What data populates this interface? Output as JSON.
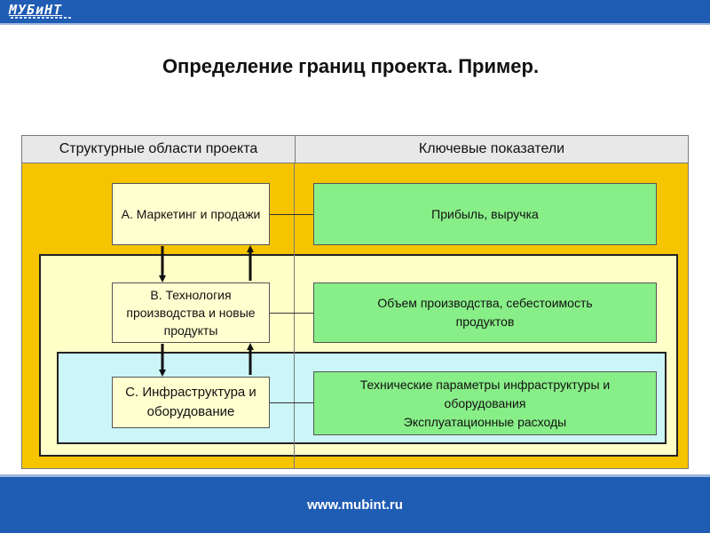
{
  "header": {
    "logo_text": "МУБиНТ"
  },
  "title": "Определение границ проекта. Пример.",
  "table": {
    "col_left": "Структурные области проекта",
    "col_right": "Ключевые показатели"
  },
  "areas": [
    {
      "id": "a",
      "label": "А. Маркетинг и продажи"
    },
    {
      "id": "b",
      "label": "В. Технология производства и новые продукты"
    },
    {
      "id": "c",
      "label": "С. Инфраструктура и оборудование"
    }
  ],
  "kpis": [
    {
      "id": "a",
      "lines": [
        "Прибыль, выручка"
      ]
    },
    {
      "id": "b",
      "lines": [
        "Объем производства, себестоимость",
        "продуктов"
      ]
    },
    {
      "id": "c",
      "lines": [
        "Технические параметры инфраструктуры и",
        "оборудования",
        "Эксплуатационные расходы"
      ]
    }
  ],
  "colors": {
    "brand_blue": "#1f5cb3",
    "outer_zone": "#f7c400",
    "middle_zone": "#ffffc8",
    "inner_zone": "#ccf5f7",
    "kpi_fill": "#88ee88",
    "area_fill": "#ffffd0"
  },
  "footer": {
    "url": "www.mubint.ru"
  }
}
